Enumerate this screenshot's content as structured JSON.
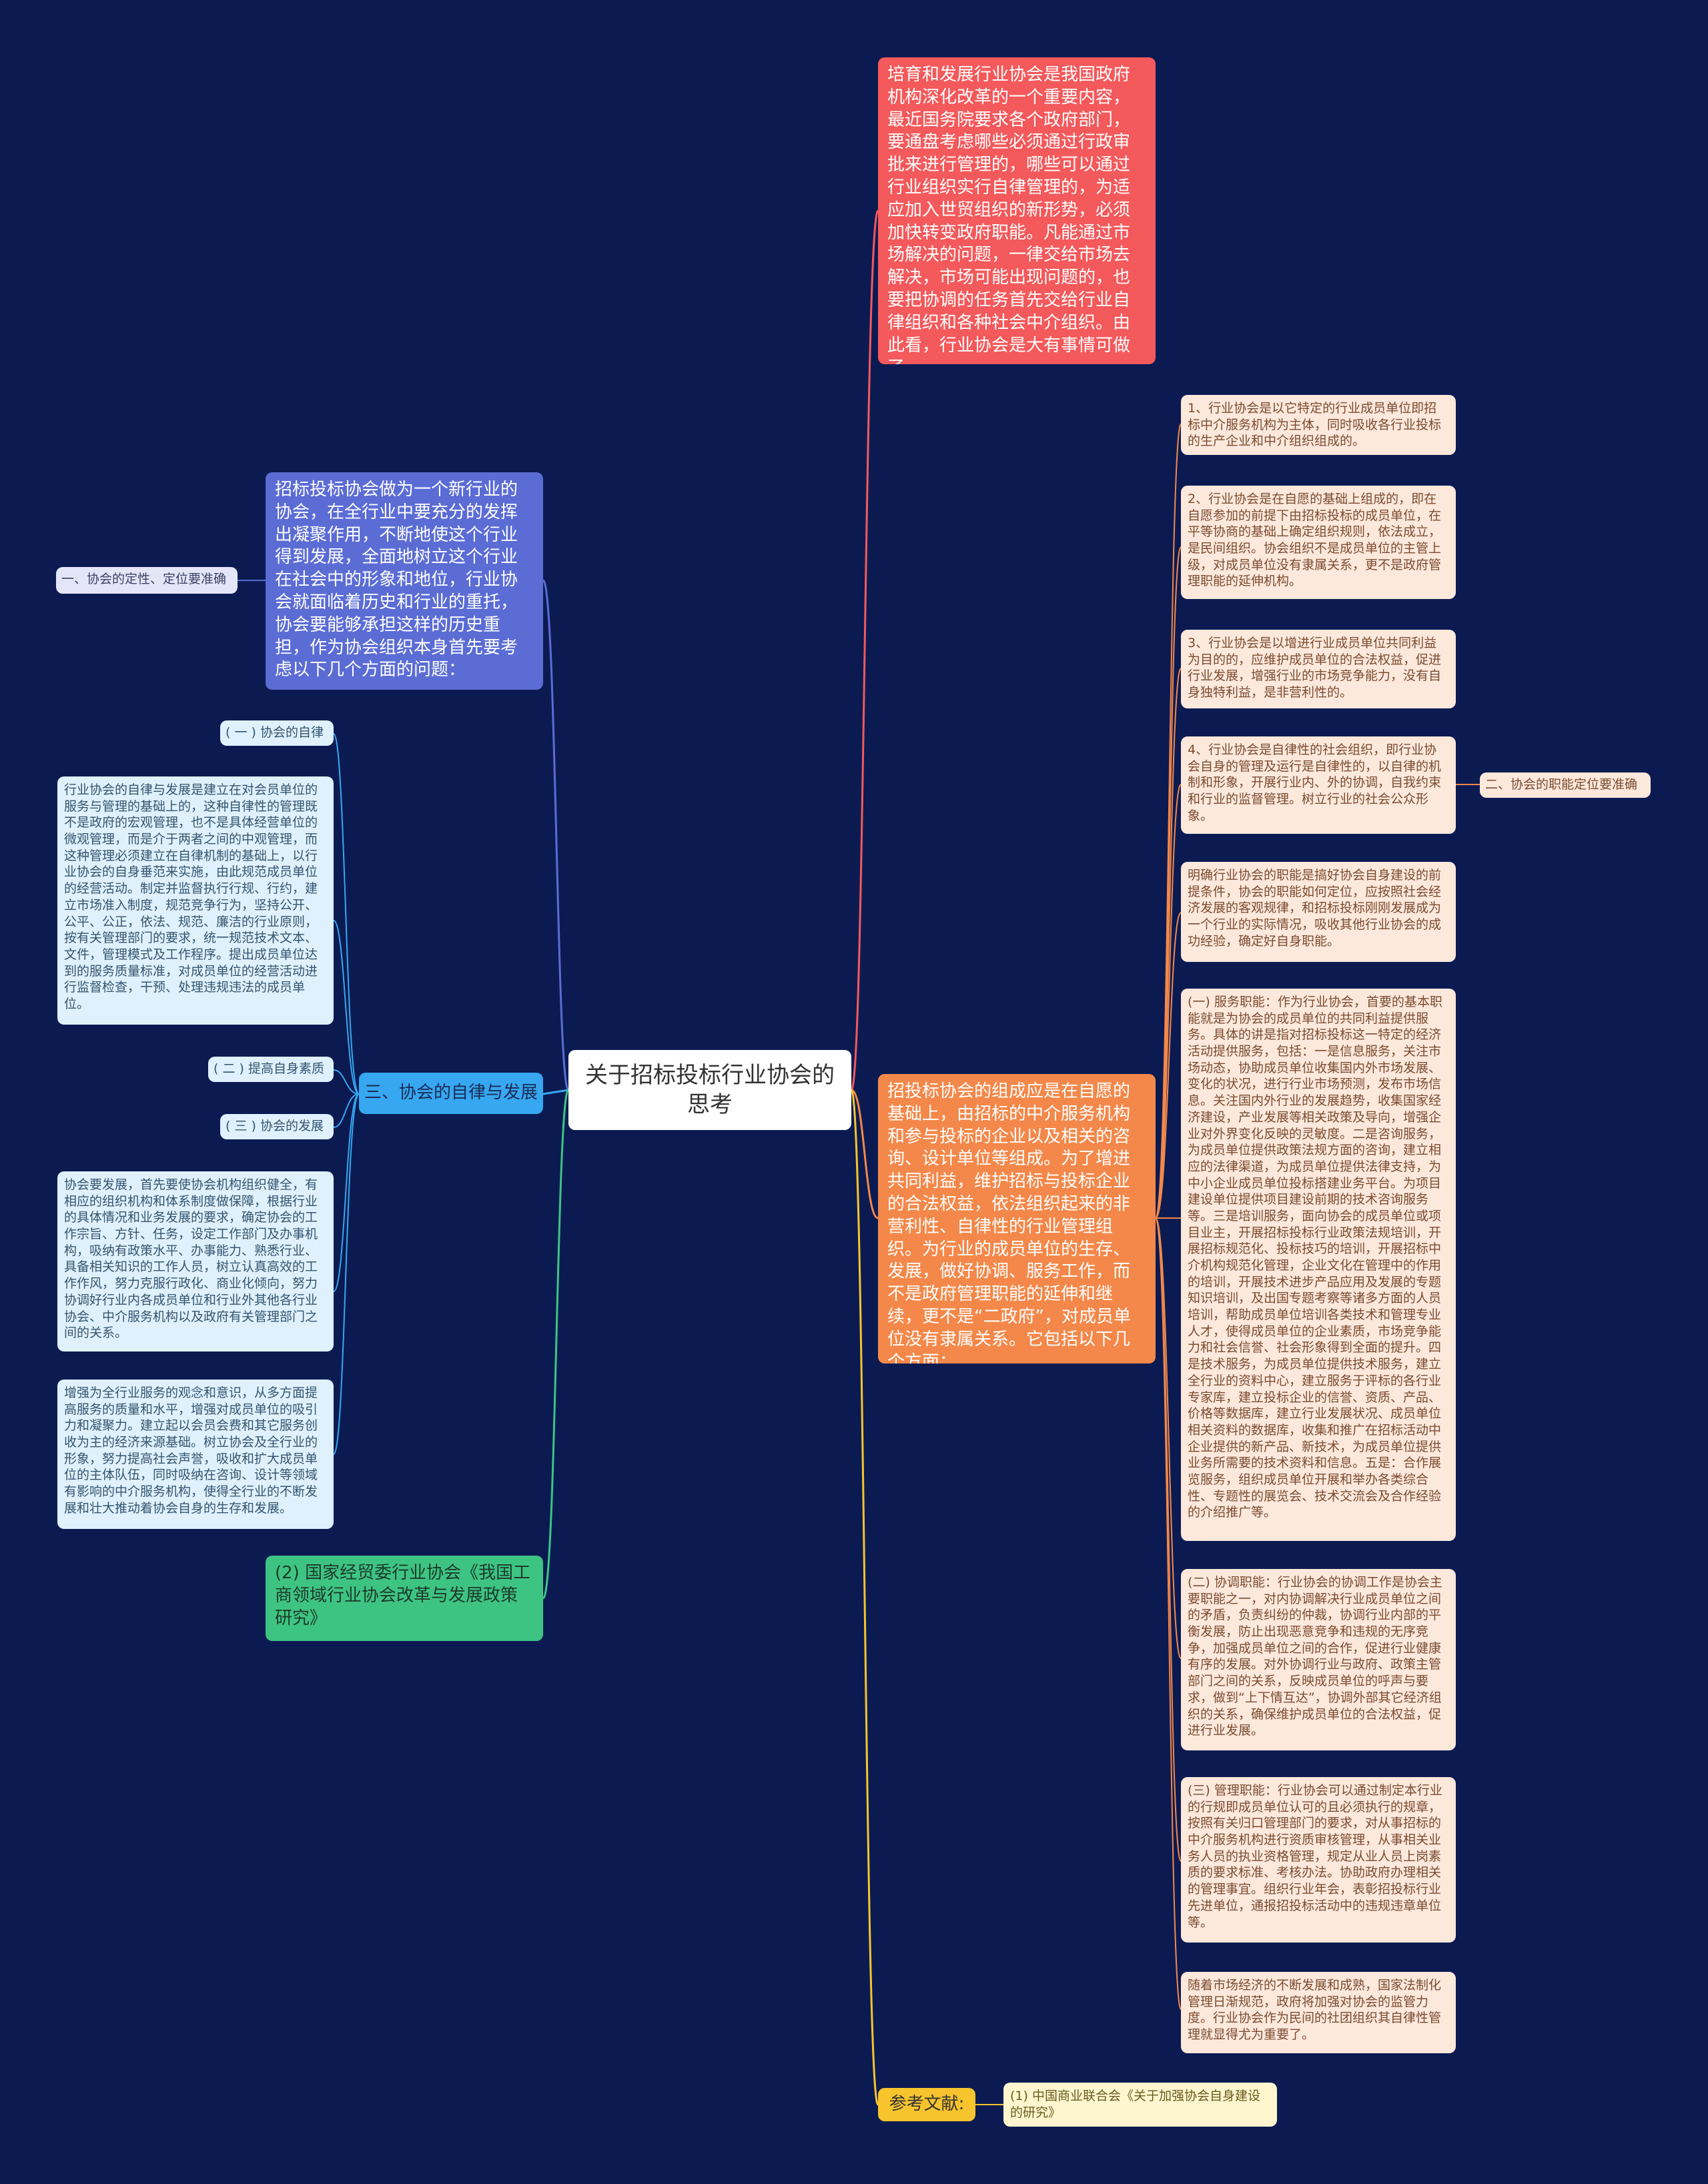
{
  "mindmap": {
    "root": "关于招标投标行业协会的思考",
    "right": {
      "intro": "培育和发展行业协会是我国政府机构深化改革的一个重要内容，最近国务院要求各个政府部门，要通盘考虑哪些必须通过行政审批来进行管理的，哪些可以通过行业组织实行自律管理的，为适应加入世贸组织的新形势，必须加快转变政府职能。凡能通过市场解决的问题，一律交给市场去解决，市场可能出现问题的，也要把协调的任务首先交给行业自律组织和各种社会中介组织。由此看，行业协会是大有事情可做了。",
      "composition": "招投标协会的组成应是在自愿的基础上，由招标的中介服务机构和参与投标的企业以及相关的咨询、设计单位等组成。为了增进共同利益，维护招标与投标企业的合法权益，依法组织起来的非营利性、自律性的行业管理组织。为行业的成员单位的生存、发展，做好协调、服务工作，而不是政府管理职能的延伸和继续，更不是“二政府”，对成员单位没有隶属关系。它包括以下几个方面：",
      "items": [
        "1、行业协会是以它特定的行业成员单位即招标中介服务机构为主体，同时吸收各行业投标的生产企业和中介组织组成的。",
        "2、行业协会是在自愿的基础上组成的，即在自愿参加的前提下由招标投标的成员单位，在平等协商的基础上确定组织规则，依法成立，是民间组织。协会组织不是成员单位的主管上级，对成员单位没有隶属关系，更不是政府管理职能的延伸机构。",
        "3、行业协会是以增进行业成员单位共同利益为目的的，应维护成员单位的合法权益，促进行业发展，增强行业的市场竞争能力，没有自身独特利益，是非营利性的。",
        "4、行业协会是自律性的社会组织，即行业协会自身的管理及运行是自律性的，以自律的机制和形象，开展行业内、外的协调，自我约束和行业的监督管理。树立行业的社会公众形象。",
        "明确行业协会的职能是搞好协会自身建设的前提条件，协会的职能如何定位，应按照社会经济发展的客观规律，和招标投标刚刚发展成为一个行业的实际情况，吸收其他行业协会的成功经验，确定好自身职能。",
        "(一) 服务职能：作为行业协会，首要的基本职能就是为协会的成员单位的共同利益提供服务。具体的讲是指对招标投标这一特定的经济活动提供服务，包括：一是信息服务，关注市场动态，协助成员单位收集国内外市场发展、变化的状况，进行行业市场预测，发布市场信息。关注国内外行业的发展趋势，收集国家经济建设，产业发展等相关政策及导向，增强企业对外界变化反映的灵敏度。二是咨询服务，为成员单位提供政策法规方面的咨询，建立相应的法律渠道，为成员单位提供法律支持，为中小企业成员单位投标搭建业务平台。为项目建设单位提供项目建设前期的技术咨询服务等。三是培训服务，面向协会的成员单位或项目业主，开展招标投标行业政策法规培训，开展招标规范化、投标技巧的培训，开展招标中介机构规范化管理，企业文化在管理中的作用的培训，开展技术进步产品应用及发展的专题知识培训，及出国专题考察等诸多方面的人员培训，帮助成员单位培训各类技术和管理专业人才，使得成员单位的企业素质，市场竞争能力和社会信誉、社会形象得到全面的提升。四是技术服务，为成员单位提供技术服务，建立全行业的资料中心，建立服务于评标的各行业专家库，建立投标企业的信誉、资质、产品、价格等数据库，建立行业发展状况、成员单位相关资料的数据库，收集和推广在招标活动中企业提供的新产品、新技术，为成员单位提供业务所需要的技术资料和信息。五是：合作展览服务，组织成员单位开展和举办各类综合性、专题性的展览会、技术交流会及合作经验的介绍推广等。",
        "(二) 协调职能：行业协会的协调工作是协会主要职能之一，对内协调解决行业成员单位之间的矛盾，负责纠纷的仲裁，协调行业内部的平衡发展，防止出现恶意竞争和违规的无序竞争，加强成员单位之间的合作，促进行业健康有序的发展。对外协调行业与政府、政策主管部门之间的关系，反映成员单位的呼声与要求，做到“上下情互达”，协调外部其它经济组织的关系，确保维护成员单位的合法权益，促进行业发展。",
        "(三) 管理职能：行业协会可以通过制定本行业的行规即成员单位认可的且必须执行的规章，按照有关归口管理部门的要求，对从事招标的中介服务机构进行资质审核管理，从事相关业务人员的执业资格管理，规定从业人员上岗素质的要求标准、考核办法。协助政府办理相关的管理事宜。组织行业年会，表彰招投标行业先进单位，通报招投标活动中的违规违章单位等。",
        "随着市场经济的不断发展和成熟，国家法制化管理日渐规范，政府将加强对协会的监管力度。行业协会作为民间的社团组织其自律性管理就显得尤为重要了。"
      ],
      "side_label": "二、协会的职能定位要准确",
      "ref_label": "参考文献:",
      "ref_item": "(1) 中国商业联合会《关于加强协会自身建设的研究》"
    },
    "left": {
      "intro": "招标投标协会做为一个新行业的协会，在全行业中要充分的发挥出凝聚作用，不断地使这个行业得到发展，全面地树立这个行业在社会中的形象和地位，行业协会就面临着历史和行业的重托，协会要能够承担这样的历史重担，作为协会组织本身首先要考虑以下几个方面的问题：",
      "intro_label": "一、协会的定性、定位要准确",
      "section3": "三、协会的自律与发展",
      "sub1": "( 一 ) 协会的自律",
      "sub1_text": "行业协会的自律与发展是建立在对会员单位的服务与管理的基础上的，这种自律性的管理既不是政府的宏观管理，也不是具体经营单位的微观管理，而是介于两者之间的中观管理，而这种管理必须建立在自律机制的基础上，以行业协会的自身垂范来实施，由此规范成员单位的经营活动。制定并监督执行行规、行约，建立市场准入制度，规范竞争行为，坚持公开、公平、公正，依法、规范、廉洁的行业原则，按有关管理部门的要求，统一规范技术文本、文件，管理模式及工作程序。提出成员单位达到的服务质量标准，对成员单位的经营活动进行监督检查，干预、处理违规违法的成员单位。",
      "sub2": "( 二 ) 提高自身素质",
      "sub3": "( 三 ) 协会的发展",
      "sub3_text1": "协会要发展，首先要使协会机构组织健全，有相应的组织机构和体系制度做保障，根据行业的具体情况和业务发展的要求，确定协会的工作宗旨、方针、任务，设定工作部门及办事机构，吸纳有政策水平、办事能力、熟悉行业、具备相关知识的工作人员，树立认真高效的工作作风，努力克服行政化、商业化倾向，努力协调好行业内各成员单位和行业外其他各行业协会、中介服务机构以及政府有关管理部门之间的关系。",
      "sub3_text2": "增强为全行业服务的观念和意识，从多方面提高服务的质量和水平，增强对成员单位的吸引力和凝聚力。建立起以会员会费和其它服务创收为主的经济来源基础。树立协会及全行业的形象，努力提高社会声誉，吸收和扩大成员单位的主体队伍，同时吸纳在咨询、设计等领域有影响的中介服务机构，使得全行业的不断发展和壮大推动着协会自身的生存和发展。",
      "green": "(2) 国家经贸委行业协会《我国工商领域行业协会改革与发展政策研究》"
    }
  },
  "colors": {
    "background": "#0b1b52",
    "red": "#f4595b",
    "orange": "#f4884a",
    "yellow": "#f7c42d",
    "blue": "#5b6cd5",
    "sky": "#36a7f0",
    "green": "#3ec482"
  }
}
